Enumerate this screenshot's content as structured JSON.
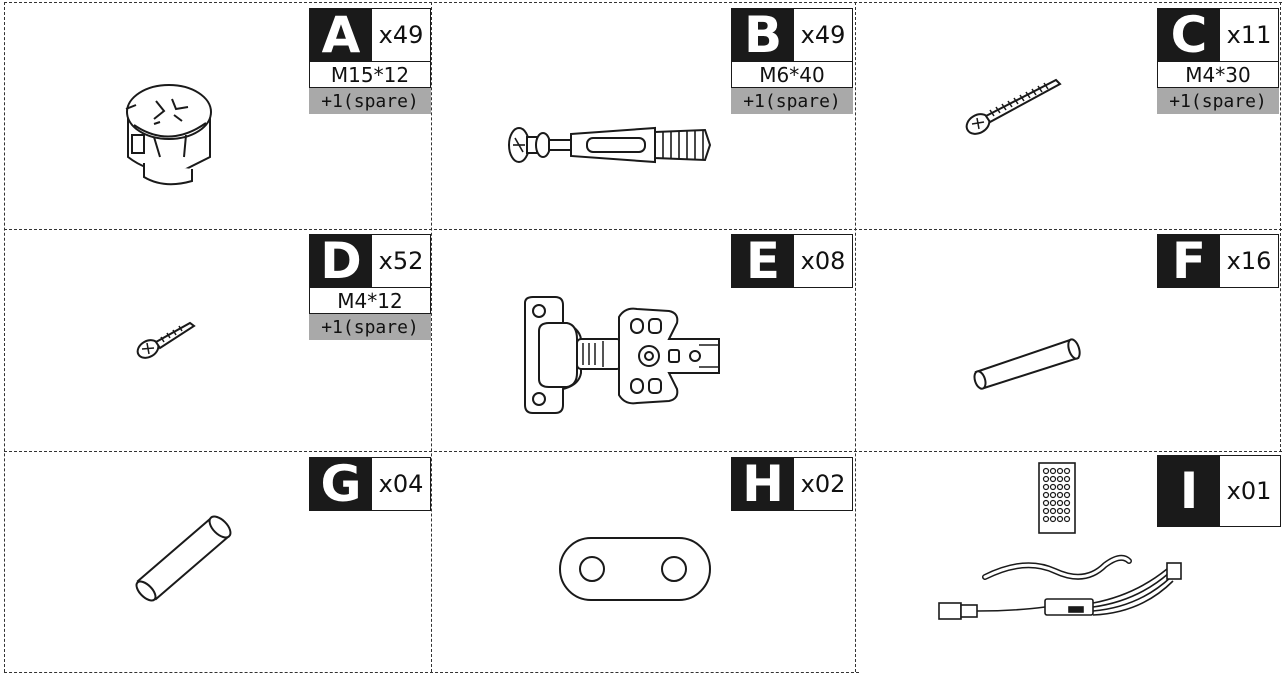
{
  "parts": [
    {
      "letter": "A",
      "qty": "x49",
      "spec": "M15*12",
      "spare": "+1(spare)",
      "icon": "cam-lock-nut-icon"
    },
    {
      "letter": "B",
      "qty": "x49",
      "spec": "M6*40",
      "spare": "+1(spare)",
      "icon": "cam-bolt-dowel-icon"
    },
    {
      "letter": "C",
      "qty": "x11",
      "spec": "M4*30",
      "spare": "+1(spare)",
      "icon": "long-screw-icon"
    },
    {
      "letter": "D",
      "qty": "x52",
      "spec": "M4*12",
      "spare": "+1(spare)",
      "icon": "short-screw-icon"
    },
    {
      "letter": "E",
      "qty": "x08",
      "icon": "cabinet-hinge-icon"
    },
    {
      "letter": "F",
      "qty": "x16",
      "icon": "wooden-dowel-icon"
    },
    {
      "letter": "G",
      "qty": "x04",
      "icon": "short-dowel-icon"
    },
    {
      "letter": "H",
      "qty": "x02",
      "icon": "connector-plate-icon"
    },
    {
      "letter": "I",
      "qty": "x01",
      "icon": "led-strip-kit-icon"
    }
  ],
  "colors": {
    "ink": "#1a1a1a",
    "spare_bg": "#a9a9a9"
  }
}
